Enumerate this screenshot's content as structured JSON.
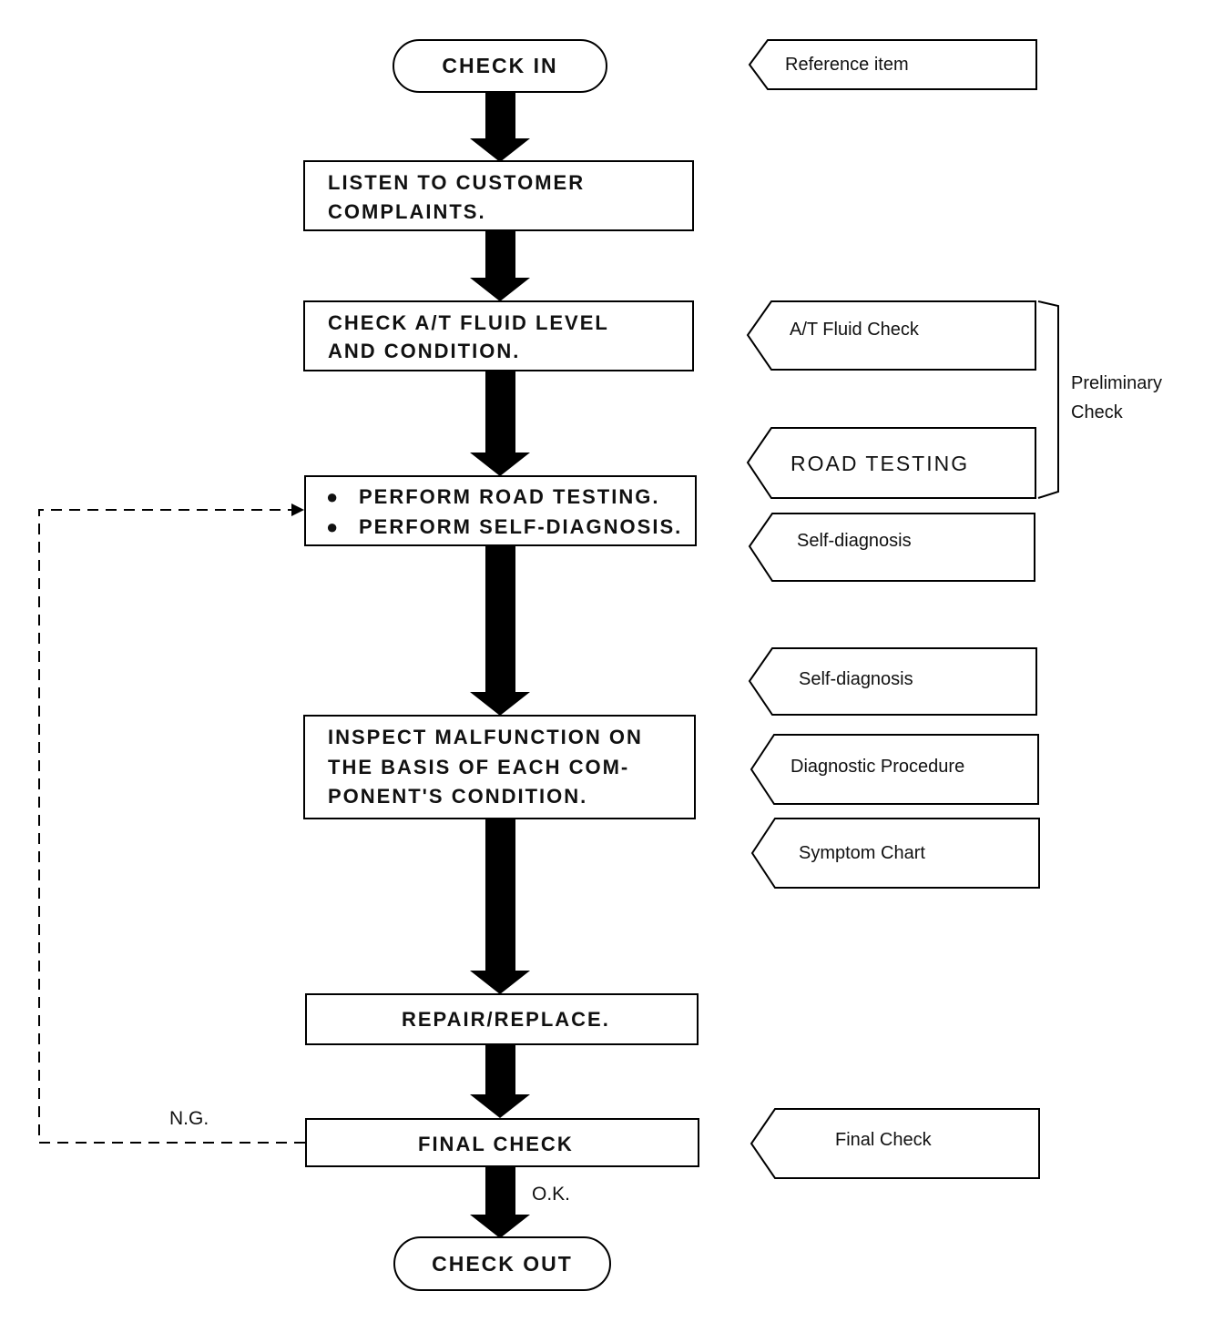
{
  "flow": {
    "start": "CHECK IN",
    "end": "CHECK OUT",
    "steps": {
      "listen": [
        "LISTEN TO CUSTOMER",
        "COMPLAINTS."
      ],
      "fluid": [
        "CHECK A/T FLUID LEVEL",
        "AND CONDITION."
      ],
      "road_test": "PERFORM ROAD TESTING.",
      "self_diag": "PERFORM SELF-DIAGNOSIS.",
      "inspect": [
        "INSPECT MALFUNCTION ON",
        "THE BASIS OF EACH COM-",
        "PONENT'S CONDITION."
      ],
      "repair": "REPAIR/REPLACE.",
      "final": "FINAL CHECK"
    },
    "ng_label": "N.G.",
    "ok_label": "O.K."
  },
  "references": {
    "header": "Reference item",
    "fluid_check": "A/T Fluid Check",
    "road_testing": "ROAD TESTING",
    "self_diag_1": "Self-diagnosis",
    "self_diag_2": "Self-diagnosis",
    "diag_procedure": "Diagnostic Procedure",
    "symptom_chart": "Symptom Chart",
    "final_check": "Final Check",
    "bracket_label": [
      "Preliminary",
      "Check"
    ]
  }
}
